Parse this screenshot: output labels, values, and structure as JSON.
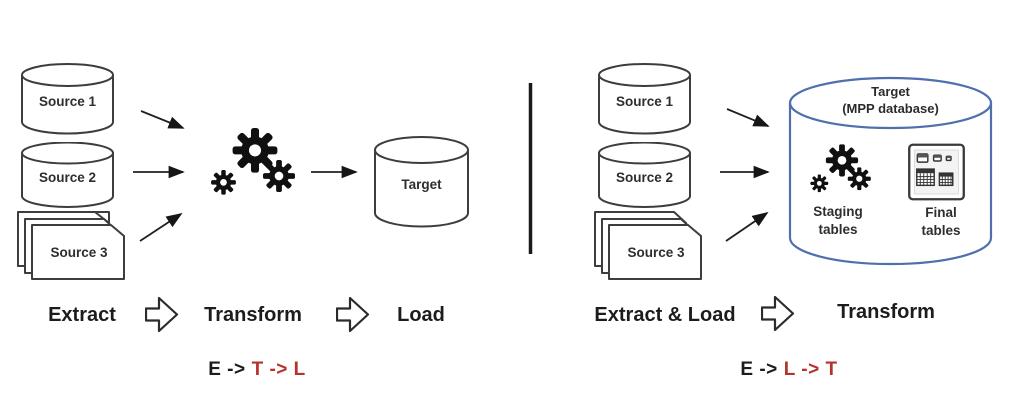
{
  "left_panel": {
    "sources": [
      "Source 1",
      "Source 2",
      "Source 3"
    ],
    "target_label": "Target",
    "steps": {
      "extract": "Extract",
      "transform": "Transform",
      "load": "Load"
    },
    "formula": {
      "black": "E ->",
      "red": "T -> L"
    }
  },
  "right_panel": {
    "sources": [
      "Source 1",
      "Source 2",
      "Source 3"
    ],
    "target_title": "Target",
    "target_subtitle": "(MPP database)",
    "staging_line1": "Staging",
    "staging_line2": "tables",
    "final_line1": "Final",
    "final_line2": "tables",
    "steps": {
      "extract_load": "Extract & Load",
      "transform": "Transform"
    },
    "formula": {
      "black": "E ->",
      "red": "L -> T"
    }
  },
  "colors": {
    "formula_red": "#b5332b",
    "mpp_cylinder_blue": "#4f6fad",
    "shape_stroke": "#3d3d3d"
  }
}
